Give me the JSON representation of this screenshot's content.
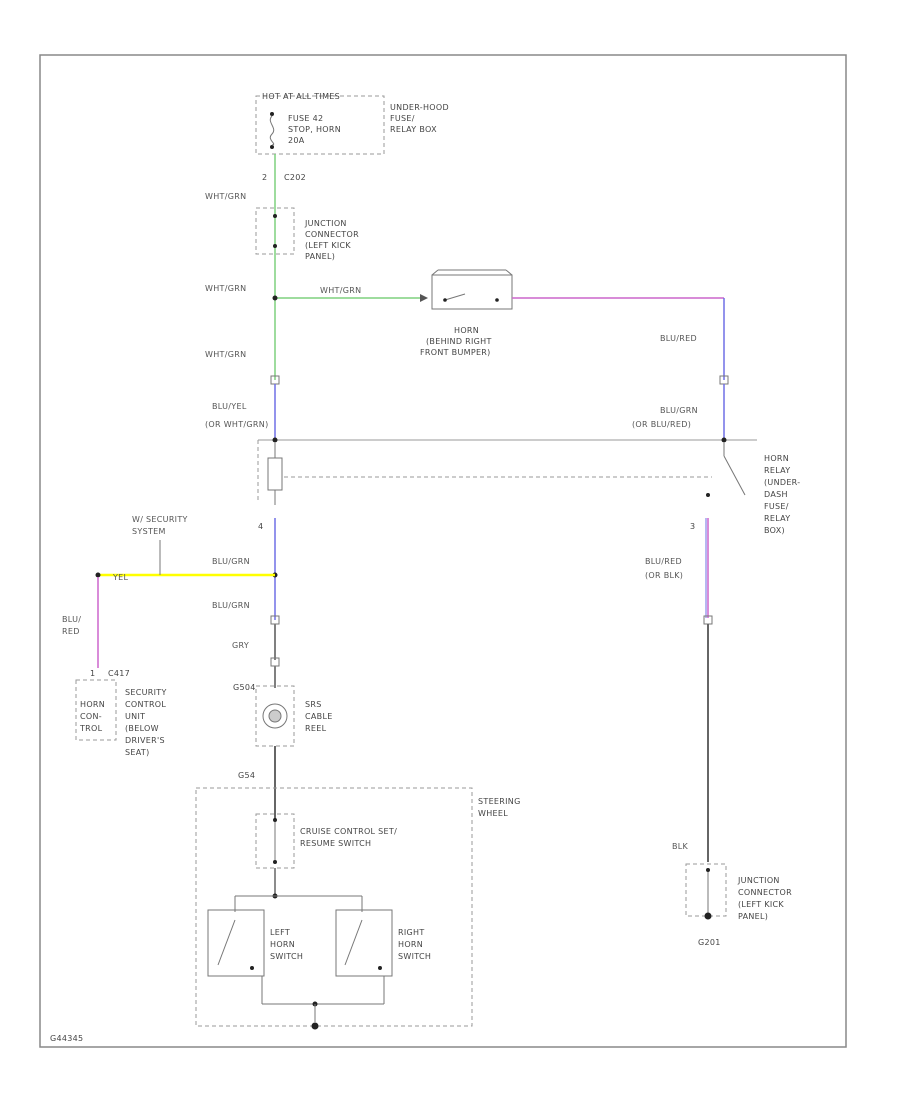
{
  "colors": {
    "background": "#ffffff",
    "border": "#888888",
    "wire_green": "#7ed07e",
    "wire_blue": "#6f6fe6",
    "wire_pink": "#cc66cc",
    "wire_yellow": "#ffff00",
    "wire_gray": "#808080",
    "wire_dark": "#666666",
    "dashed_box": "#9a9a9a",
    "text": "#444444"
  },
  "power_source": {
    "header": "HOT AT ALL TIMES",
    "fuse_line1": "FUSE 42",
    "fuse_line2": "STOP, HORN",
    "fuse_line3": "20A",
    "box_line1": "UNDER-HOOD",
    "box_line2": "FUSE/",
    "box_line3": "RELAY BOX"
  },
  "connectors": {
    "c_top_pin": "2",
    "c_top": "C202",
    "relay_pin_left": "4",
    "relay_pin_right": "3",
    "security_pin": "1",
    "security_conn": "C417",
    "cable_reel_conn": "G504",
    "steering_conn": "G54",
    "ground": "G201",
    "diagram_id": "G44345"
  },
  "wires": {
    "wht_grn_1": "WHT/GRN",
    "wht_grn_2": "WHT/GRN",
    "wht_grn_horn": "WHT/GRN",
    "wht_grn_3": "WHT/GRN",
    "blu_yel": "BLU/YEL",
    "blu_yel_alt": "(OR WHT/GRN)",
    "blu_red": "BLU/RED",
    "blu_grn_right": "BLU/GRN",
    "blu_grn_right_alt": "(OR BLU/RED)",
    "blu_grn_1": "BLU/GRN",
    "blu_grn_2": "BLU/GRN",
    "yel": "YEL",
    "blu_red_left_1": "BLU/",
    "blu_red_left_2": "RED",
    "gry": "GRY",
    "blu_red_relay": "BLU/RED",
    "blu_red_relay_alt": "(OR BLK)",
    "blk": "BLK",
    "security_system_1": "W/ SECURITY",
    "security_system_2": "SYSTEM"
  },
  "components": {
    "junction_top_1": "JUNCTION",
    "junction_top_2": "CONNECTOR",
    "junction_top_3": "(LEFT KICK",
    "junction_top_4": "PANEL)",
    "horn_1": "HORN",
    "horn_2": "(BEHIND RIGHT",
    "horn_3": "FRONT BUMPER)",
    "relay_1": "HORN",
    "relay_2": "RELAY",
    "relay_3": "(UNDER-",
    "relay_4": "DASH",
    "relay_5": "FUSE/",
    "relay_6": "RELAY",
    "relay_7": "BOX)",
    "security_horn_1": "HORN",
    "security_horn_2": "CON-",
    "security_horn_3": "TROL",
    "security_1": "SECURITY",
    "security_2": "CONTROL",
    "security_3": "UNIT",
    "security_4": "(BELOW",
    "security_5": "DRIVER'S",
    "security_6": "SEAT)",
    "cable_reel_1": "SRS",
    "cable_reel_2": "CABLE",
    "cable_reel_3": "REEL",
    "steering_1": "STEERING",
    "steering_2": "WHEEL",
    "cruise_1": "CRUISE CONTROL SET/",
    "cruise_2": "RESUME SWITCH",
    "left_horn_1": "LEFT",
    "left_horn_2": "HORN",
    "left_horn_3": "SWITCH",
    "right_horn_1": "RIGHT",
    "right_horn_2": "HORN",
    "right_horn_3": "SWITCH",
    "junction_bot_1": "JUNCTION",
    "junction_bot_2": "CONNECTOR",
    "junction_bot_3": "(LEFT KICK",
    "junction_bot_4": "PANEL)"
  }
}
